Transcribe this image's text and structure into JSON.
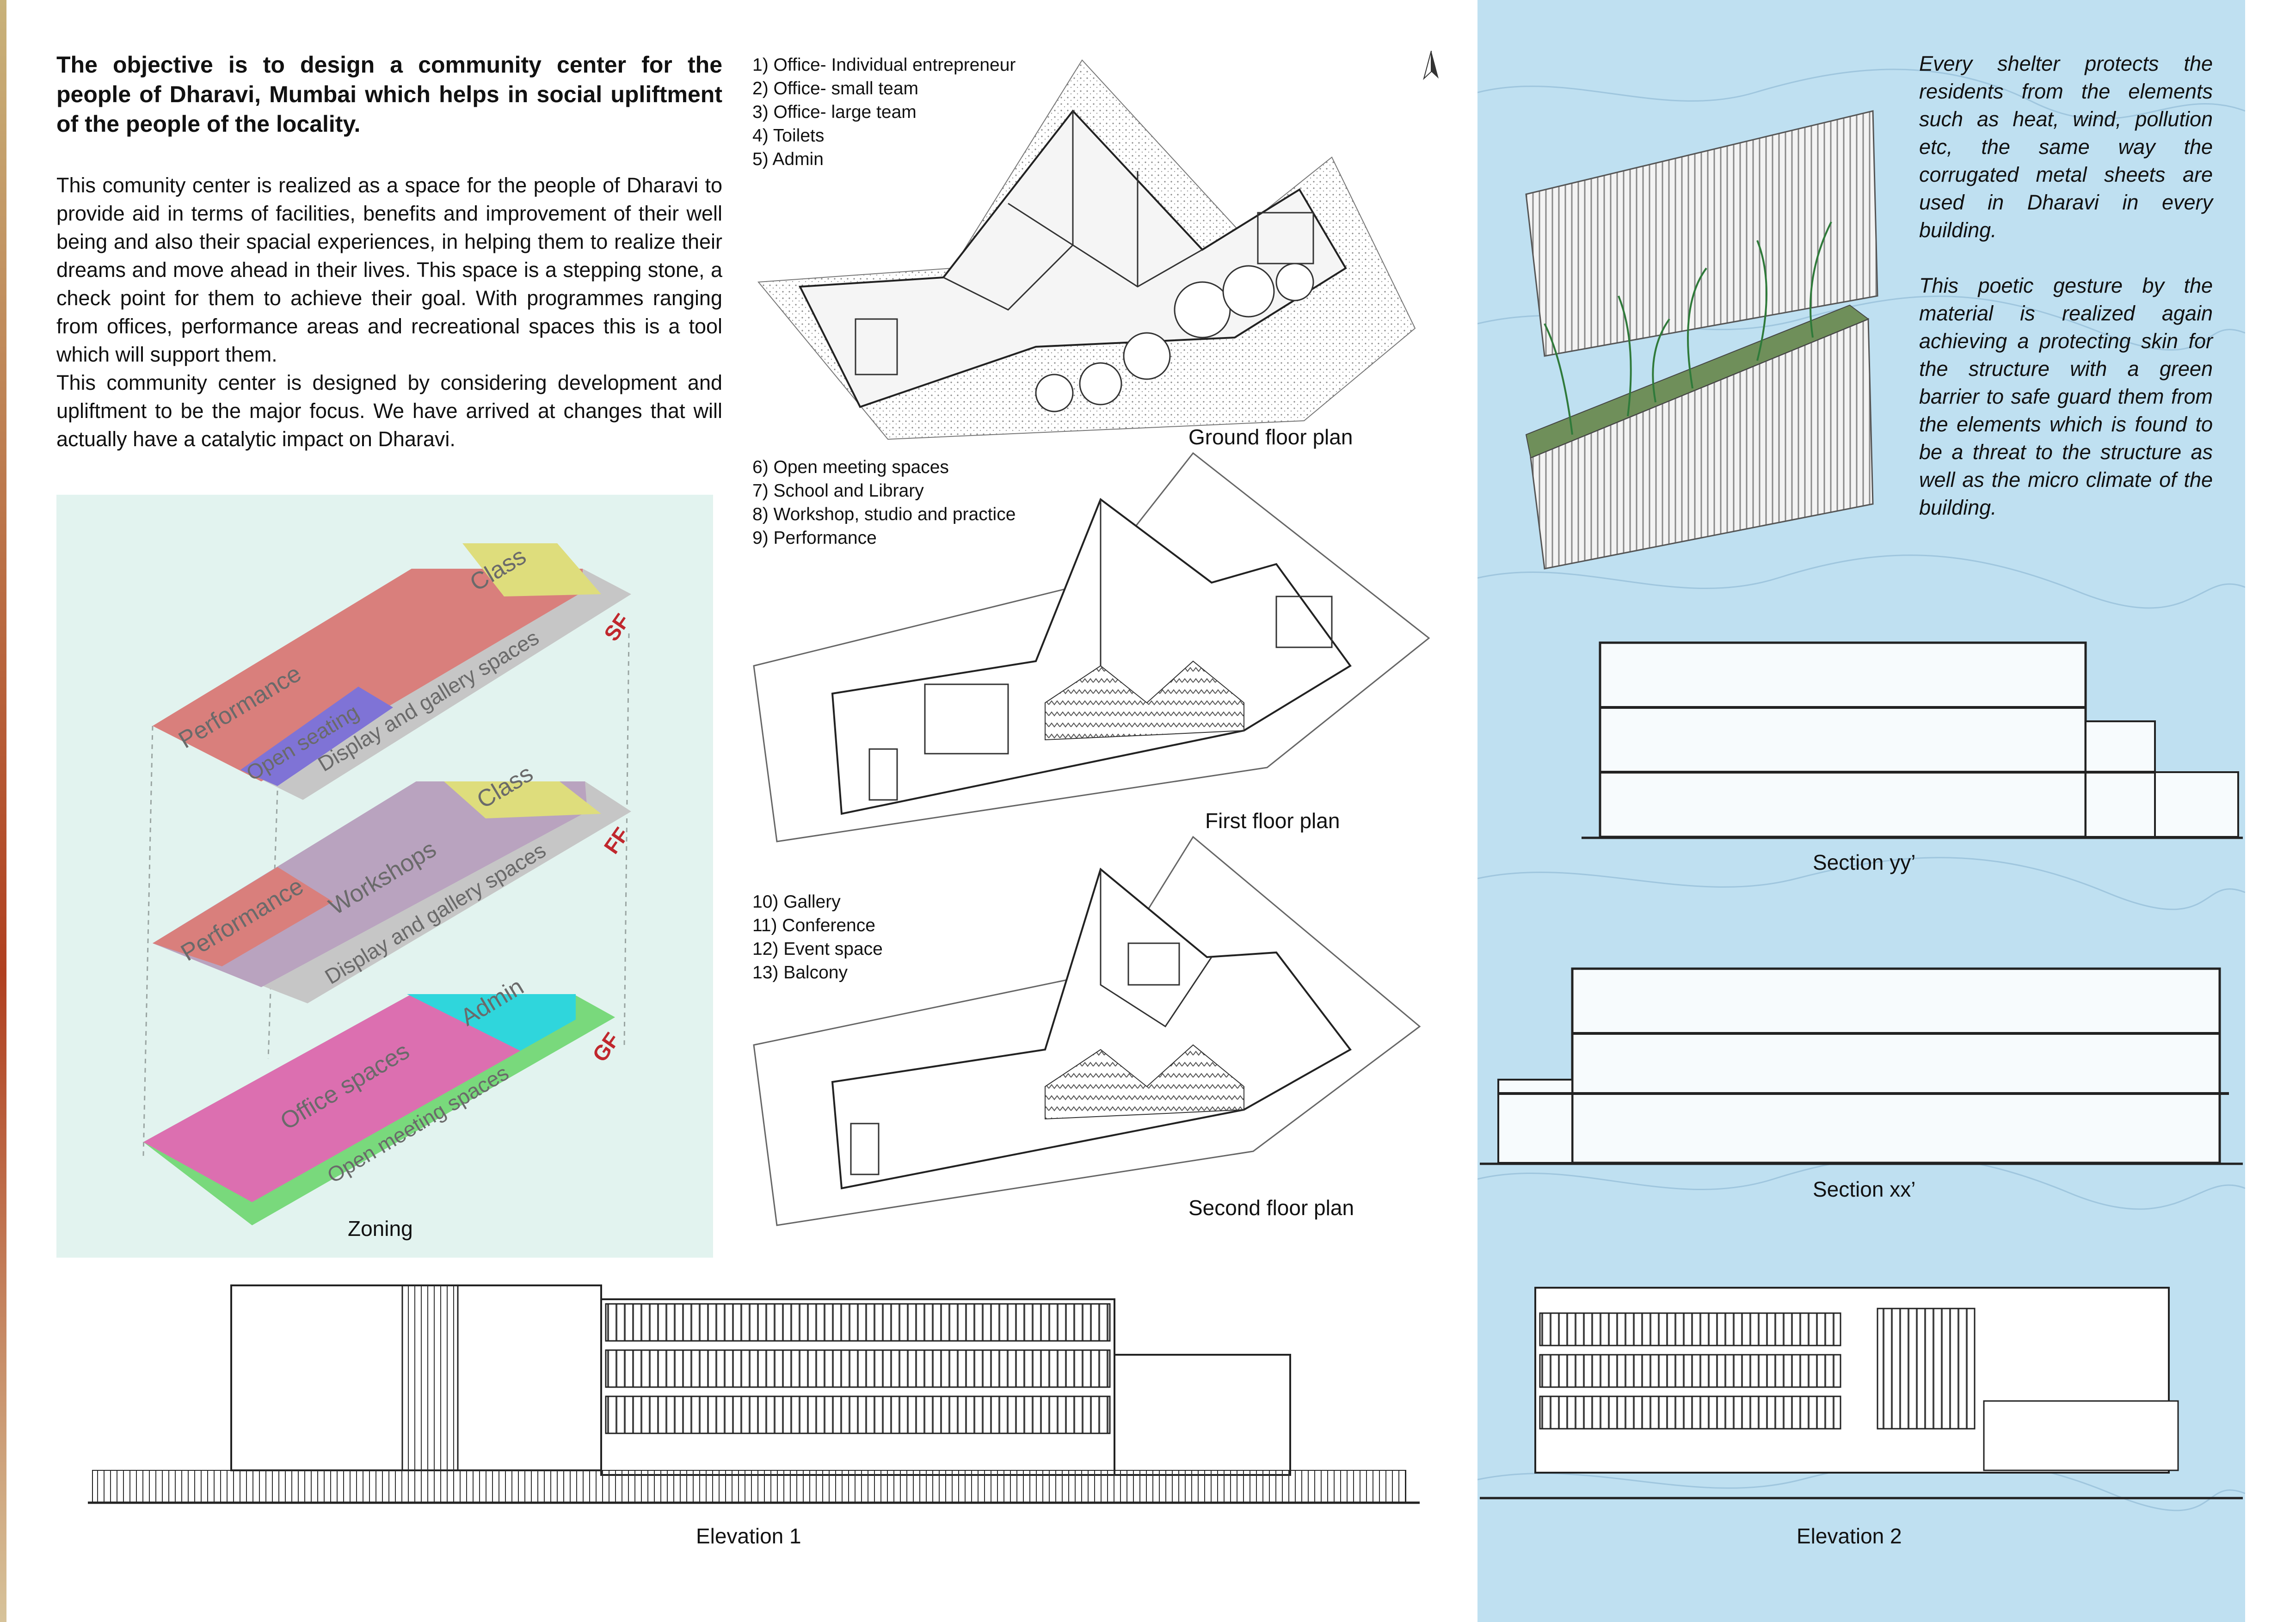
{
  "intro": {
    "title": "The objective is to design a community center for the people of Dharavi, Mumbai which helps in social upliftment of the people of the locality.",
    "paragraph_1": "This comunity center is realized as a space for the people of Dharavi to provide aid in terms of facilities, benefits and improvement of their well being and also their spacial experiences, in helping them to realize their dreams and move ahead in their lives. This space is a stepping stone, a check point for them to achieve their goal. With programmes ranging from offices, performance areas and recreational spaces this is a tool which will support them.",
    "paragraph_2": "This community center is designed by considering development and upliftment to be the major focus. We have arrived at changes that will actually have a catalytic impact on Dharavi."
  },
  "zoning": {
    "caption": "Zoning",
    "sf": {
      "tag": "SF",
      "performance": "Performance",
      "class": "Class",
      "open_seating": "Open seating",
      "display": "Display and gallery spaces"
    },
    "ff": {
      "tag": "FF",
      "performance": "Performance",
      "workshops": "Workshops",
      "class": "Class",
      "display": "Display and gallery spaces"
    },
    "gf": {
      "tag": "GF",
      "office": "Office spaces",
      "admin": "Admin",
      "open_meeting": "Open meeting spaces"
    },
    "colors": {
      "performance": "#d97f7c",
      "class": "#dedd7c",
      "open_seating": "#7f73d6",
      "display": "#c6c6c6",
      "workshops": "#b9a3bf",
      "office": "#dc6fb0",
      "admin": "#2fd6dc",
      "open_meeting": "#79d97c",
      "floor_tag": "#c0272d"
    }
  },
  "plans": {
    "ground": {
      "caption": "Ground floor plan",
      "legend": [
        "1) Office- Individual entrepreneur",
        "2) Office- small team",
        "3) Office- large team",
        "4) Toilets",
        "5) Admin"
      ]
    },
    "first": {
      "caption": "First floor plan",
      "legend": [
        "6) Open meeting spaces",
        "7) School and Library",
        "8) Workshop, studio and practice",
        "9) Performance"
      ]
    },
    "second": {
      "caption": "Second floor plan",
      "legend": [
        "10) Gallery",
        "11) Conference",
        "12) Event space",
        "13) Balcony"
      ]
    }
  },
  "skin": {
    "paragraph_1": "Every shelter protects the residents from the elements such as heat, wind, pollution etc, the same way the corrugated metal sheets are used in Dharavi in every building.",
    "paragraph_2": "This poetic gesture by the material is realized again achieving a protecting skin for the structure with a green barrier to safe guard them from the elements which is found to be a threat to the structure as well as the micro climate of the building."
  },
  "sections": {
    "yy_caption": "Section yy’",
    "xx_caption": "Section xx’"
  },
  "elevations": {
    "e1_caption": "Elevation 1",
    "e2_caption": "Elevation 2"
  }
}
